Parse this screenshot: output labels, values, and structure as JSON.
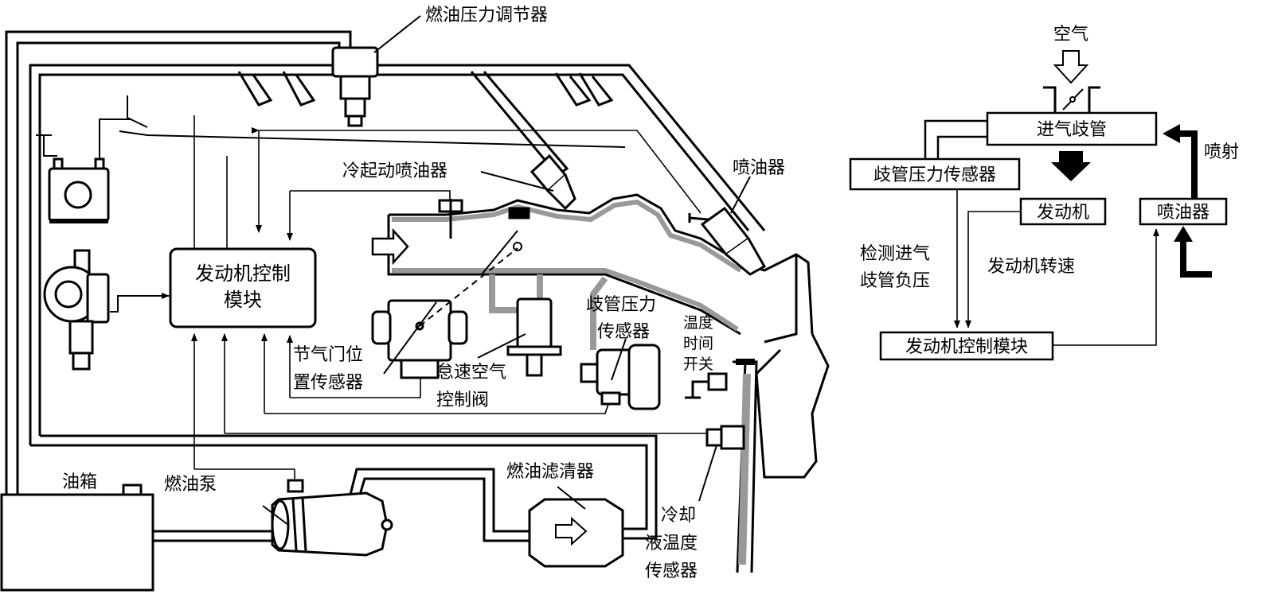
{
  "left_diagram": {
    "fuel_pressure_regulator": "燃油压力调节器",
    "cold_start_injector": "冷起动喷油器",
    "injector": "喷油器",
    "ecm_line1": "发动机控制",
    "ecm_line2": "模块",
    "throttle_sensor_line1": "节气门位",
    "throttle_sensor_line2": "置传感器",
    "idle_valve_line1": "怠速空气",
    "idle_valve_line2": "控制阀",
    "map_sensor_line1": "歧管压力",
    "map_sensor_line2": "传感器",
    "time_switch_line1": "温度",
    "time_switch_line2": "时间",
    "time_switch_line3": "开关",
    "fuel_tank": "油箱",
    "fuel_pump": "燃油泵",
    "fuel_filter": "燃油滤清器",
    "coolant_sensor_line1": "冷却",
    "coolant_sensor_line2": "液温度",
    "coolant_sensor_line3": "传感器"
  },
  "right_diagram": {
    "air": "空气",
    "intake_manifold": "进气歧管",
    "map_sensor": "歧管压力传感器",
    "engine": "发动机",
    "injector": "喷油器",
    "injection": "喷射",
    "detect_line1": "检测进气",
    "detect_line2": "歧管负压",
    "engine_speed": "发动机转速",
    "ecm": "发动机控制模块"
  }
}
